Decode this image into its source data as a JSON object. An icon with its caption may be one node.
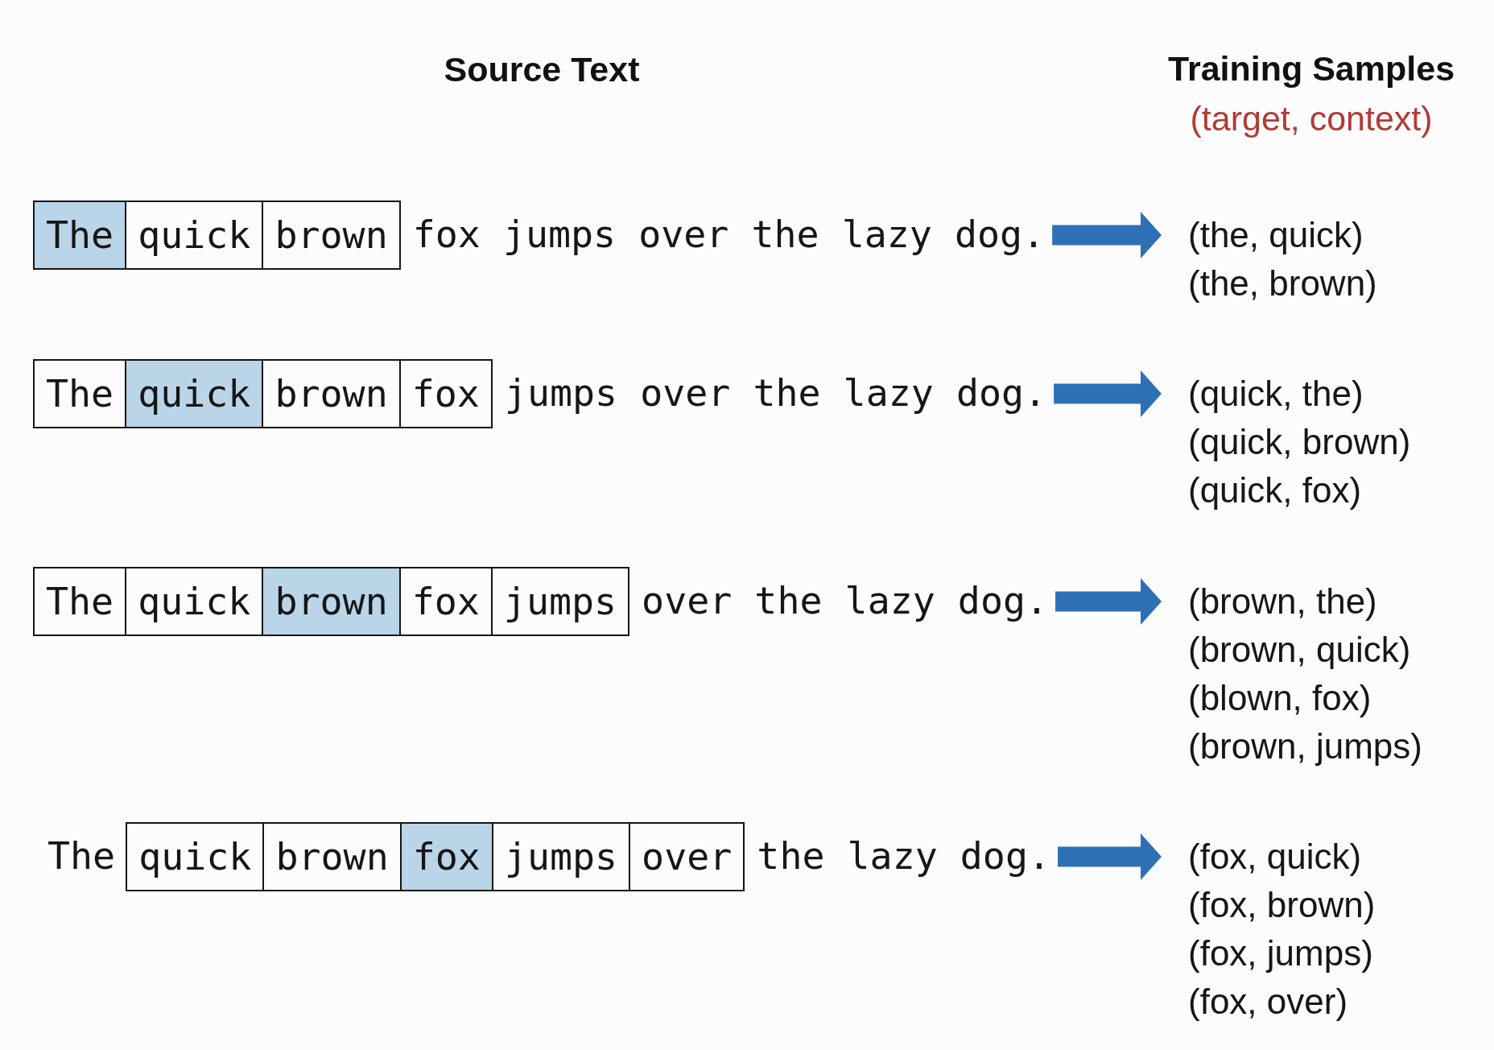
{
  "diagram": {
    "nodes": [
      {
        "text": [
          "The"
        ]
      },
      {
        "text": [
          "quick"
        ]
      },
      {
        "text": [
          "brown"
        ]
      },
      {
        "text": [
          "fox jumps over the lazy dog."
        ]
      },
      {
        "text": [
          "(the, quick)",
          "(the, brown)"
        ]
      },
      {
        "text": [
          "The"
        ]
      },
      {
        "text": [
          "quick"
        ]
      },
      {
        "text": [
          "brown"
        ]
      },
      {
        "text": [
          "fox"
        ]
      },
      {
        "text": [
          "jumps over the lazy dog."
        ]
      },
      {
        "text": [
          "(quick, the)",
          "(quick, brown)",
          "(quick, fox)"
        ]
      },
      {
        "text": [
          "The"
        ]
      },
      {
        "text": [
          "quick"
        ]
      },
      {
        "text": [
          "brown"
        ]
      },
      {
        "text": [
          "fox"
        ]
      },
      {
        "text": [
          "jumps"
        ]
      },
      {
        "text": [
          "over the lazy dog."
        ]
      },
      {
        "text": [
          "(brown, the)",
          "(brown, quick)",
          "(blown, fox)",
          "(brown, jumps)"
        ]
      },
      {
        "text": [
          "quick"
        ]
      },
      {
        "text": [
          "brown"
        ]
      },
      {
        "text": [
          "fox"
        ]
      },
      {
        "text": [
          "jumps"
        ]
      },
      {
        "text": [
          "over"
        ]
      },
      {
        "text": [
          "the lazy dog."
        ]
      },
      {
        "text": [
          "(fox, quick)",
          "(fox, brown)",
          "(fox, jumps)",
          "(fox, over)"
        ]
      }
    ],
    "edges": [
      {
        "from": 3,
        "to": 4,
        "arrow": "to"
      },
      {
        "from": 9,
        "to": 10,
        "arrow": "to"
      },
      {
        "from": 16,
        "to": 17,
        "arrow": "to"
      },
      {
        "from": 23,
        "to": 24,
        "arrow": "to"
      }
    ],
    "labels": [
      "Source Text",
      "Training Samples",
      "(target, context)",
      "The"
    ]
  }
}
